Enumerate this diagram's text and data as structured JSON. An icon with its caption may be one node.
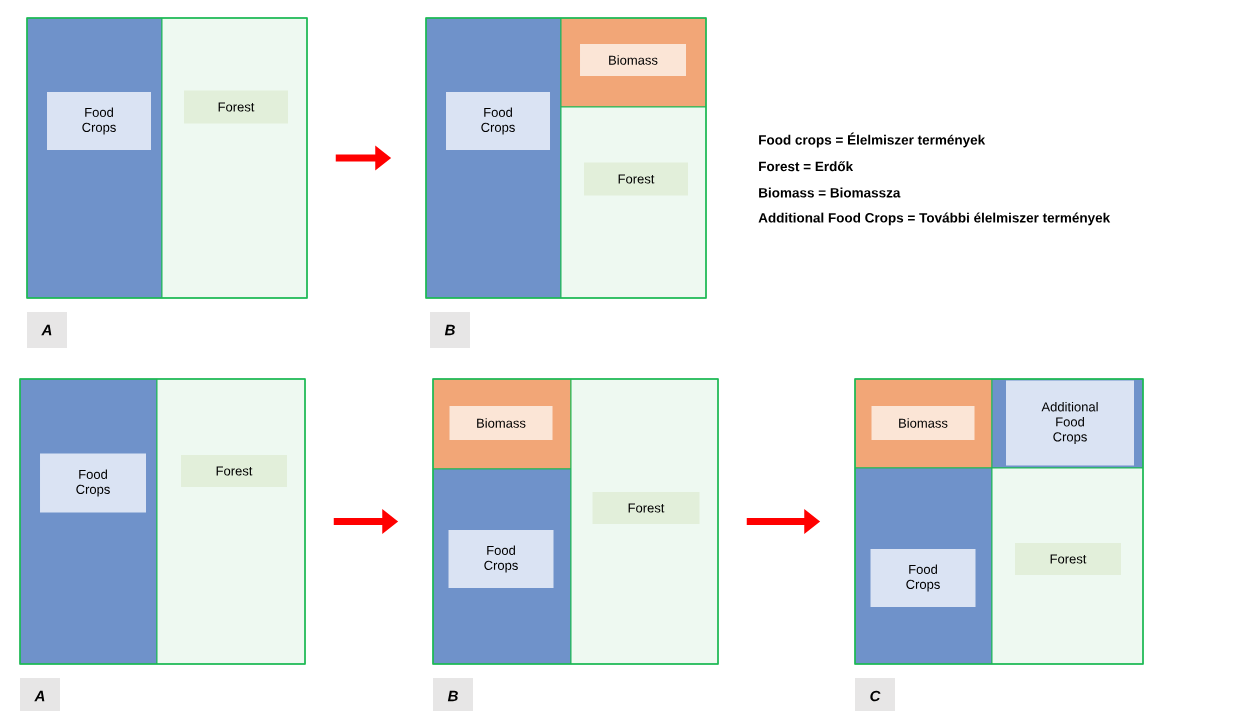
{
  "diagram": {
    "nodes": [
      {
        "text": [],
        "shape": "box",
        "beside": [
          "A"
        ]
      },
      {
        "text": [
          "Food Crops"
        ],
        "in": 0
      },
      {
        "text": [
          "Forest"
        ],
        "in": 0
      },
      {
        "text": [],
        "shape": "box",
        "beside": [
          "B"
        ]
      },
      {
        "text": [
          "Food Crops"
        ],
        "in": 3
      },
      {
        "text": [
          "Biomass"
        ],
        "in": 3
      },
      {
        "text": [
          "Forest"
        ],
        "in": 3
      },
      {
        "text": [],
        "shape": "box",
        "beside": [
          "A"
        ]
      },
      {
        "text": [
          "Food Crops"
        ],
        "in": 7
      },
      {
        "text": [
          "Forest"
        ],
        "in": 7
      },
      {
        "text": [],
        "shape": "box",
        "beside": [
          "B"
        ]
      },
      {
        "text": [
          "Biomass"
        ],
        "in": 10
      },
      {
        "text": [
          "Food Crops"
        ],
        "in": 10
      },
      {
        "text": [
          "Forest"
        ],
        "in": 10
      },
      {
        "text": [],
        "shape": "box",
        "beside": [
          "C"
        ]
      },
      {
        "text": [
          "Biomass"
        ],
        "in": 14
      },
      {
        "text": [
          "Additional Food Crops"
        ],
        "in": 14
      },
      {
        "text": [
          "Food Crops"
        ],
        "in": 14
      },
      {
        "text": [
          "Forest"
        ],
        "in": 14
      }
    ],
    "edges": [
      {
        "from": 0,
        "to": 3,
        "arrow": "to"
      },
      {
        "from": 7,
        "to": 10,
        "arrow": "to"
      },
      {
        "from": 10,
        "to": 14,
        "arrow": "to"
      }
    ],
    "labels": [
      "Food crops = Élelmiszer termények",
      "Forest = Erdők",
      "Biomass = Biomassza",
      "Additional Food Crops = További élelmiszer termények"
    ]
  }
}
